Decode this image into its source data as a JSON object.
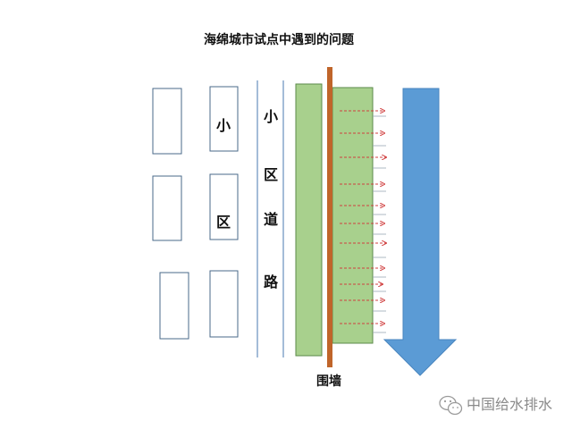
{
  "title": "海绵城市试点中遇到的问题",
  "community": {
    "label_top": "小",
    "label_bottom": "区"
  },
  "road": {
    "chars": [
      "小",
      "区",
      "道",
      "路"
    ]
  },
  "wall": {
    "label": "围墙"
  },
  "watermark": {
    "text": "中国给水排水",
    "icon": "wechat-icon"
  },
  "colors": {
    "building_stroke": "#4a6a8a",
    "road_line": "#4a7ab0",
    "green_strip": "#a8d08d",
    "green_stroke": "#5b8a4a",
    "wall": "#c0652a",
    "flow_arrow": "#d04040",
    "river_arrow": "#5b9bd5"
  }
}
